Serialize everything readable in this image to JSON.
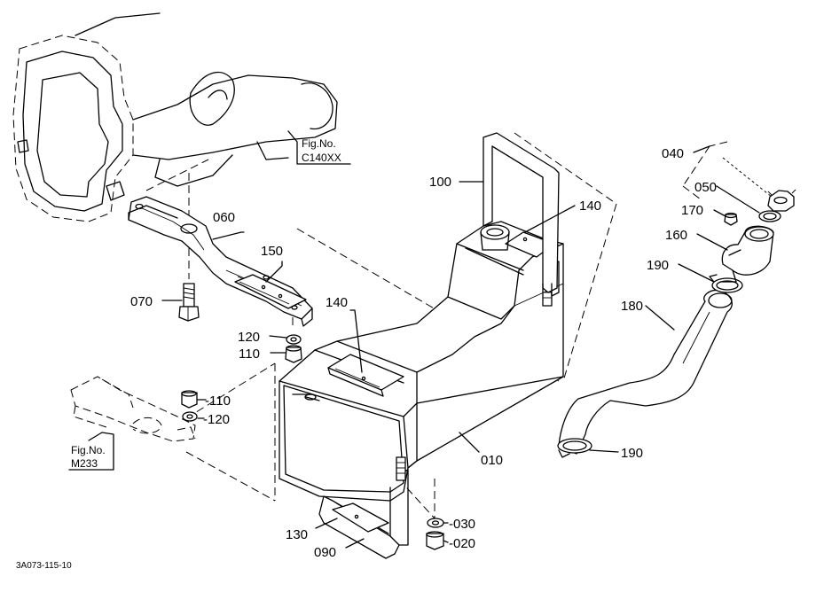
{
  "part_labels": {
    "p010": "010",
    "p020": "-020",
    "p030": "-030",
    "p040": "040",
    "p050": "050",
    "p060": "060",
    "p070": "070",
    "p090": "090",
    "p100": "100",
    "p110a": "110",
    "p110b": "-110",
    "p120a": "120",
    "p120b": "-120",
    "p130": "130",
    "p140a": "140",
    "p140b": "140",
    "p150": "150",
    "p160": "160",
    "p170": "170",
    "p180": "180",
    "p190a": "190",
    "p190b": "190"
  },
  "figure_refs": {
    "ref1_line1": "Fig.No.",
    "ref1_line2": "C140XX",
    "ref2_line1": "Fig.No.",
    "ref2_line2": "M233"
  },
  "drawing_code": "3A073-115-10"
}
